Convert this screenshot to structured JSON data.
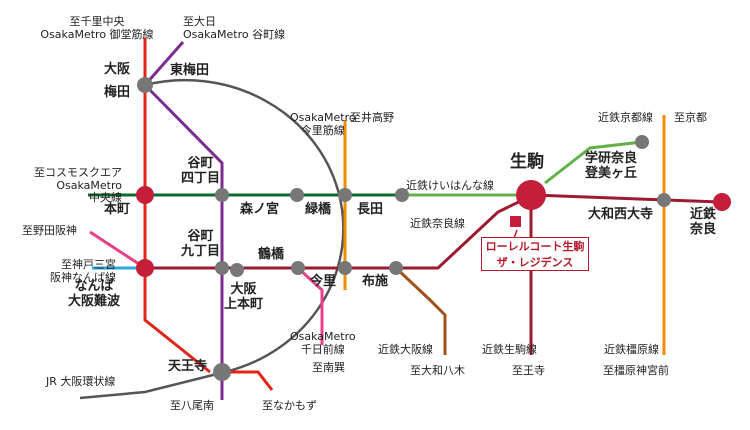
{
  "colors": {
    "midosuji": "#e2231a",
    "tanimachi": "#7b2c90",
    "loop": "#555555",
    "chuo": "#0b6b2d",
    "sennichimae": "#e8408a",
    "imazatosuji": "#f08c00",
    "keihanna": "#63b04b",
    "nara_line": "#9b1b30",
    "osaka_line": "#a0521c",
    "hanshin": "#2ba7dc",
    "station_major": "#c41e3a",
    "station_minor": "#777777"
  },
  "labels": {
    "midosuji_dest": [
      "至千里中央",
      "OsakaMetro 御堂筋線"
    ],
    "tanimachi_dest": [
      "至大日",
      "OsakaMetro 谷町線"
    ],
    "imazato_dest": [
      "OsakaMetro",
      "今里筋線"
    ],
    "imazato_dest2": "至井高野",
    "kyoto_line": "近鉄京都線",
    "kyoto_dest": "至京都",
    "chuo_dest": [
      "至コスモスクエア",
      "OsakaMetro",
      "中央線"
    ],
    "hanshin_noda": "至野田阪神",
    "hanshin_sannomiya": [
      "至神戸三宮",
      "阪神なんば線"
    ],
    "keihanna_line": "近鉄けいはんな線",
    "nara_line": "近鉄奈良線",
    "sennichimae_line": [
      "OsakaMetro",
      "千日前線"
    ],
    "sennichimae_dest": "至南巽",
    "osaka_line": "近鉄大阪線",
    "osaka_dest": "至大和八木",
    "ikoma_line": "近鉄生駒線",
    "ikoma_dest": "至王寺",
    "kashihara_line": "近鉄橿原線",
    "kashihara_dest": "至橿原神宮前",
    "loop_line": "JR 大阪環状線",
    "yao_dest": "至八尾南",
    "nakamozu_dest": "至なかもず"
  },
  "stations": {
    "osaka": [
      "大阪",
      "梅田"
    ],
    "higashi_umeda": "東梅田",
    "honmachi": "本町",
    "tanimachi4": [
      "谷町",
      "四丁目"
    ],
    "morinomiya": "森ノ宮",
    "midoribashi": "緑橋",
    "nagata": "長田",
    "ikoma": "生駒",
    "gakken": [
      "学研奈良",
      "登美ヶ丘"
    ],
    "yamato_saidaiji": "大和西大寺",
    "kintetsu_nara": [
      "近鉄",
      "奈良"
    ],
    "tanimachi9": [
      "谷町",
      "九丁目"
    ],
    "osaka_uehonmachi": [
      "大阪",
      "上本町"
    ],
    "tsuruhashi": "鶴橋",
    "imazato": "今里",
    "fuse": "布施",
    "namba": [
      "なんば",
      "大阪難波"
    ],
    "tennoji": "天王寺"
  },
  "callout": [
    "ローレルコート生駒",
    "ザ・レジデンス"
  ]
}
